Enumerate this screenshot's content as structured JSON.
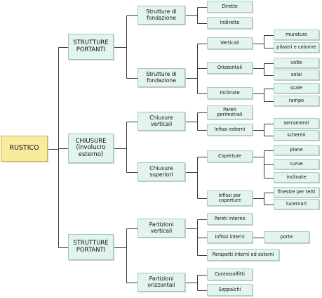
{
  "root": "RUSTICO",
  "structure": {
    "label": "STRUTTURE PORTANTI",
    "foundations": {
      "label": "Strutture di fondazione",
      "items": [
        "Dirette",
        "Indirette"
      ]
    },
    "elevation": {
      "label": "Strutture di fondazione",
      "vertical": {
        "label": "Verticali",
        "items": [
          "murature",
          "pilastri e colonne"
        ]
      },
      "horizontal": {
        "label": "Orizzontali",
        "items": [
          "volte",
          "solai"
        ]
      },
      "inclined": {
        "label": "Inclinate",
        "items": [
          "scale",
          "rampe"
        ]
      }
    }
  },
  "closures": {
    "label": "CHIUSURE (involucro esterno)",
    "vertical": {
      "label": "Chiusure verticali",
      "walls": "Pareti perimetrali",
      "fixtures": {
        "label": "Infissi esterni",
        "items": [
          "serramenti",
          "schermi"
        ]
      }
    },
    "upper": {
      "label": "Chiusure superiori",
      "roofs": {
        "label": "Coperture",
        "items": [
          "piane",
          "curve",
          "inclinate"
        ]
      },
      "fixtures": {
        "label": "Infissi per coperture",
        "items": [
          "finestre per tetti",
          "lucernari"
        ]
      }
    }
  },
  "partitions": {
    "label": "STRUTTURE PORTANTI",
    "vertical": {
      "label": "Partizioni verticali",
      "walls": "Pareti interne",
      "fixtures": {
        "label": "Infissi interni",
        "items": [
          "porte"
        ]
      },
      "railings": "Parapetti interni ed esterni"
    },
    "horizontal": {
      "label": "Partizioni orizzontali",
      "items": [
        "Controsoffitti",
        "Soppalchi"
      ]
    }
  },
  "colors": {
    "root_fill": "#f7eb9e",
    "node_fill": "#e3f3ee",
    "connector": "#3a3a3a"
  }
}
